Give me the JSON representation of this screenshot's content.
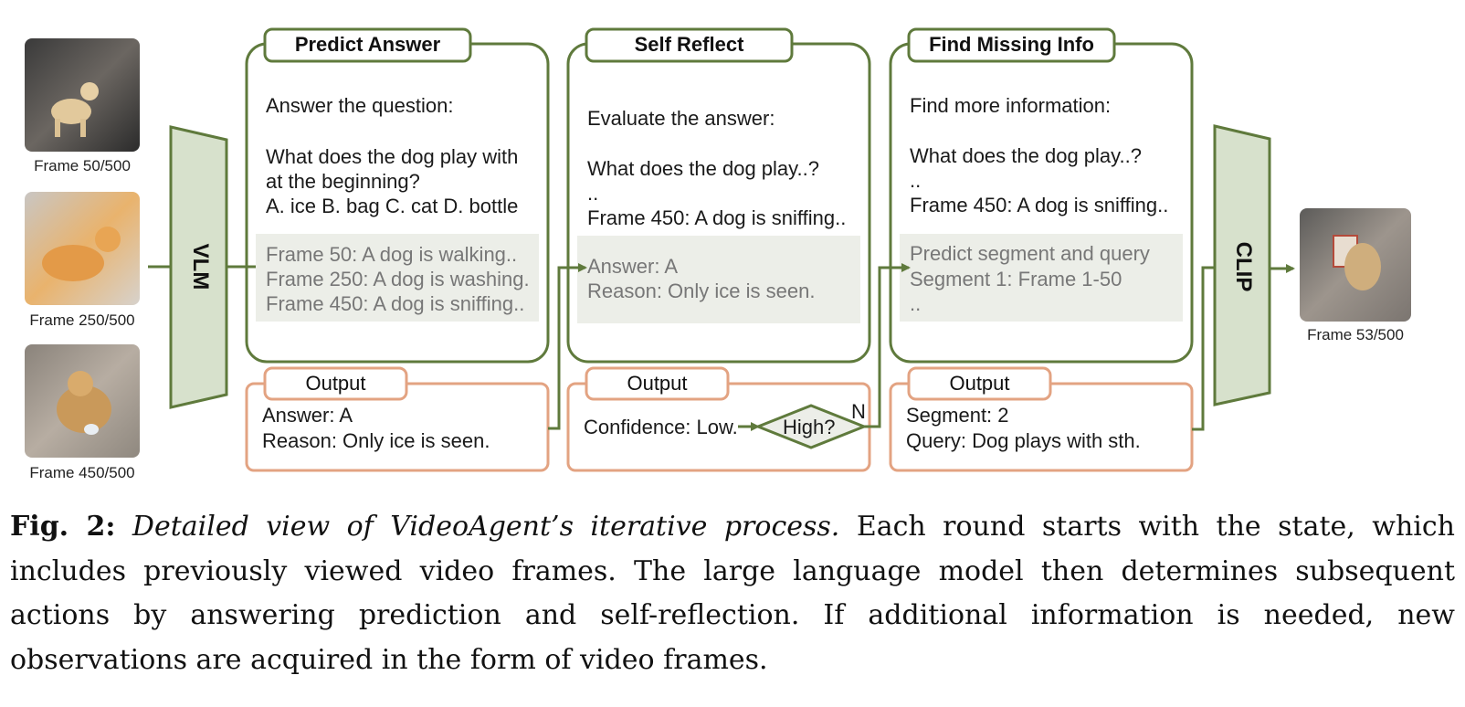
{
  "frames_left": [
    {
      "label": "Frame 50/500"
    },
    {
      "label": "Frame 250/500"
    },
    {
      "label": "Frame 450/500"
    }
  ],
  "frame_right": {
    "label": "Frame 53/500"
  },
  "vlm_label": "VLM",
  "clip_label": "CLIP",
  "panels": {
    "predict": {
      "title": "Predict Answer",
      "line1": "Answer the question:",
      "line2": "What does the dog play with",
      "line3": "at the beginning?",
      "line4": "A. ice B. bag C. cat D. bottle",
      "g1": "Frame 50: A dog is walking..",
      "g2": "Frame 250: A dog is washing.",
      "g3": "Frame 450: A dog is sniffing..",
      "output_title": "Output",
      "out1": "Answer: A",
      "out2": "Reason: Only ice is seen."
    },
    "reflect": {
      "title": "Self Reflect",
      "line1": "Evaluate the answer:",
      "line2": "What does the dog play..?",
      "line3": "..",
      "line4": "Frame 450: A dog is sniffing..",
      "g1": "Answer: A",
      "g2": "Reason: Only ice is seen.",
      "output_title": "Output",
      "out1": "Confidence: Low.",
      "decision": "High?",
      "decision_no": "N"
    },
    "find": {
      "title": "Find Missing Info",
      "line1": "Find more information:",
      "line2": "What does the dog play..?",
      "line3": "..",
      "line4": "Frame 450: A dog is sniffing..",
      "g1": "Predict segment and query",
      "g2": "Segment 1: Frame 1-50",
      "g3": "..",
      "output_title": "Output",
      "out1": "Segment: 2",
      "out2": "Query: Dog plays with sth."
    }
  },
  "caption": {
    "label": "Fig. 2:",
    "italic": "Detailed view of VideoAgent’s iterative process.",
    "body": "Each round starts with the state, which includes previously viewed video frames. The large language model then determines subsequent actions by answering prediction and self-reflection. If additional information is needed, new observations are acquired in the form of video frames."
  },
  "colors": {
    "green": "#5f7a3c",
    "green_fill": "#d7e1cc",
    "orange": "#e3a382",
    "gray_fill": "#eceee8"
  }
}
